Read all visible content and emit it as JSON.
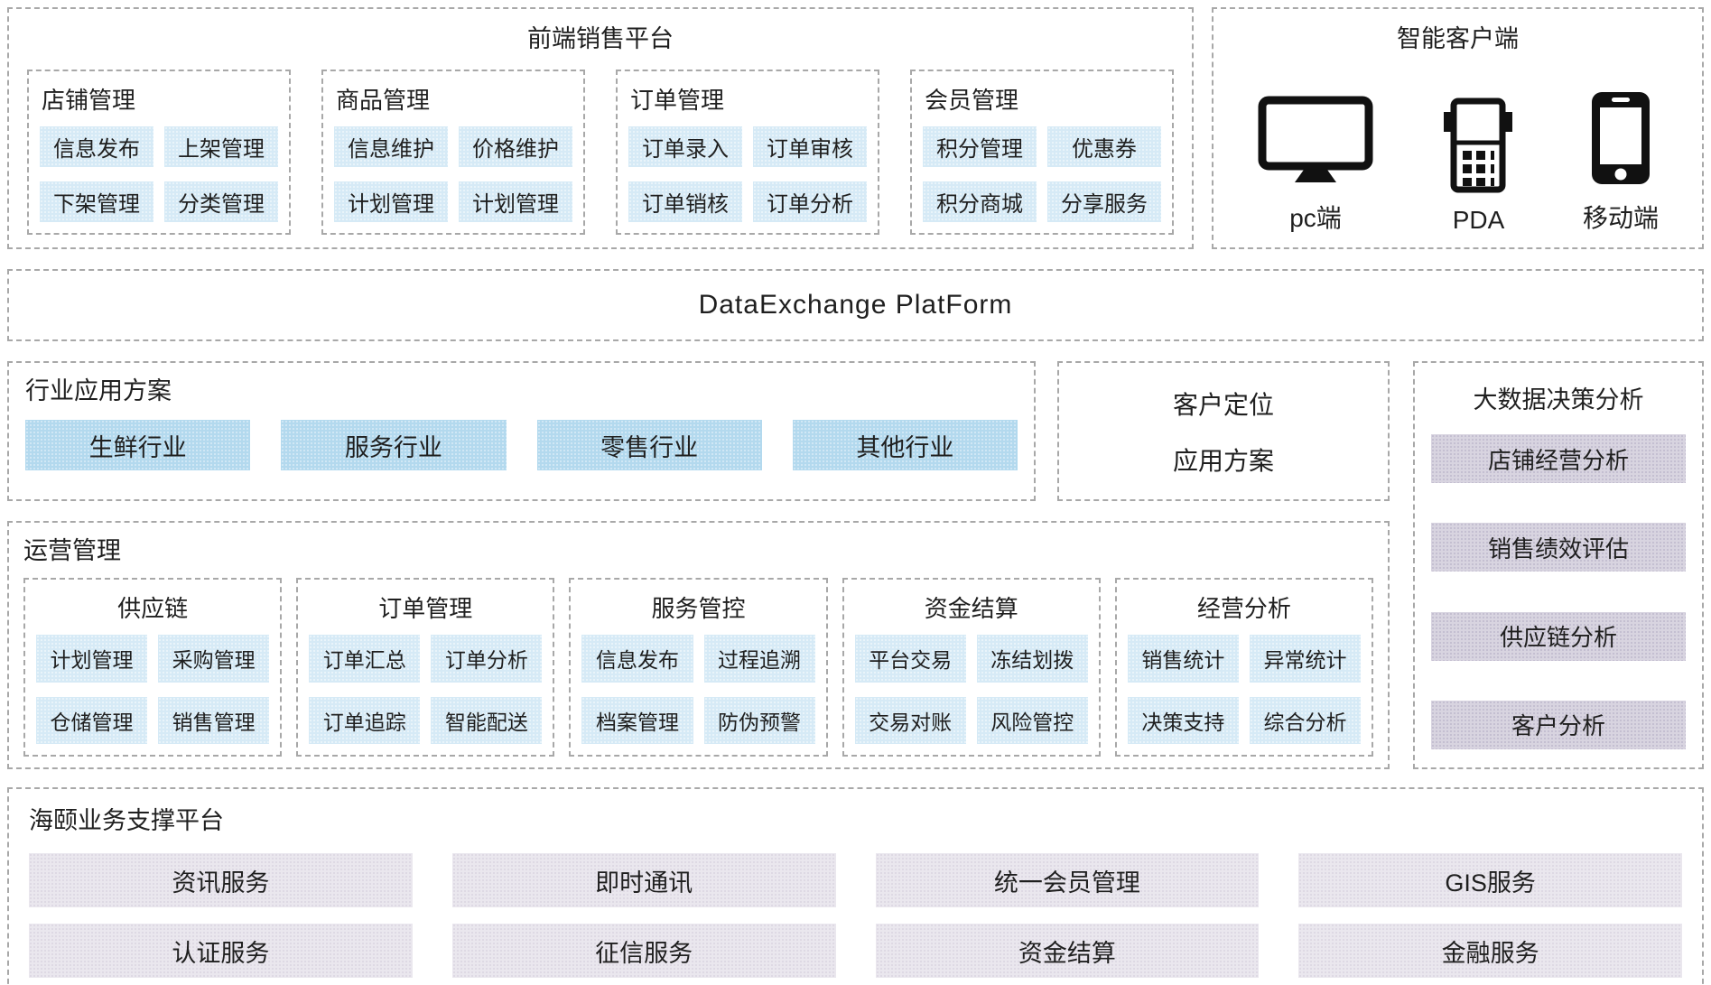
{
  "front_platform": {
    "title": "前端销售平台",
    "groups": [
      {
        "title": "店铺管理",
        "items": [
          "信息发布",
          "上架管理",
          "下架管理",
          "分类管理"
        ]
      },
      {
        "title": "商品管理",
        "items": [
          "信息维护",
          "价格维护",
          "计划管理",
          "计划管理"
        ]
      },
      {
        "title": "订单管理",
        "items": [
          "订单录入",
          "订单审核",
          "订单销核",
          "订单分析"
        ]
      },
      {
        "title": "会员管理",
        "items": [
          "积分管理",
          "优惠券",
          "积分商城",
          "分享服务"
        ]
      }
    ]
  },
  "smart_client": {
    "title": "智能客户端",
    "devices": [
      {
        "label": "pc端",
        "icon": "pc-icon"
      },
      {
        "label": "PDA",
        "icon": "pda-icon"
      },
      {
        "label": "移动端",
        "icon": "mobile-icon"
      }
    ]
  },
  "data_exchange": {
    "title": "DataExchange PlatForm"
  },
  "industry_solutions": {
    "title": "行业应用方案",
    "items": [
      "生鲜行业",
      "服务行业",
      "零售行业",
      "其他行业"
    ]
  },
  "customer_positioning": {
    "line1": "客户定位",
    "line2": "应用方案"
  },
  "big_data": {
    "title": "大数据决策分析",
    "items": [
      "店铺经营分析",
      "销售绩效评估",
      "供应链分析",
      "客户分析"
    ]
  },
  "operations": {
    "title": "运营管理",
    "groups": [
      {
        "title": "供应链",
        "items": [
          "计划管理",
          "采购管理",
          "仓储管理",
          "销售管理"
        ]
      },
      {
        "title": "订单管理",
        "items": [
          "订单汇总",
          "订单分析",
          "订单追踪",
          "智能配送"
        ]
      },
      {
        "title": "服务管控",
        "items": [
          "信息发布",
          "过程追溯",
          "档案管理",
          "防伪预警"
        ]
      },
      {
        "title": "资金结算",
        "items": [
          "平台交易",
          "冻结划拨",
          "交易对账",
          "风险管控"
        ]
      },
      {
        "title": "经营分析",
        "items": [
          "销售统计",
          "异常统计",
          "决策支持",
          "综合分析"
        ]
      }
    ]
  },
  "support_platform": {
    "title": "海颐业务支撑平台",
    "items": [
      "资讯服务",
      "即时通讯",
      "统一会员管理",
      "GIS服务",
      "认证服务",
      "征信服务",
      "资金结算",
      "金融服务"
    ]
  },
  "colors": {
    "chip_blue": "#d6eaf6",
    "industry_blue": "#b3d9ee",
    "analysis_purple": "#d8d4e0",
    "service_purple": "#eae7ee",
    "border_gray": "#a8a8a8",
    "text": "#1f1f1f"
  }
}
